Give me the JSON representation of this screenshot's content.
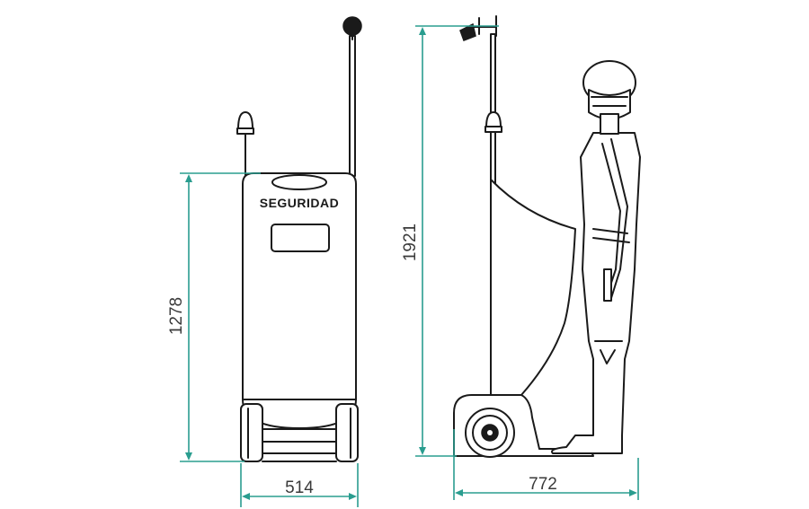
{
  "colors": {
    "ink": "#1a1a1a",
    "dimension": "#2a9d8f",
    "dimension_text": "#3a3a3a",
    "background": "#ffffff"
  },
  "front_view": {
    "panel_label": "SEGURIDAD",
    "height_dimension": "1278",
    "width_dimension": "514"
  },
  "side_view": {
    "height_dimension": "1921",
    "width_dimension": "772"
  }
}
